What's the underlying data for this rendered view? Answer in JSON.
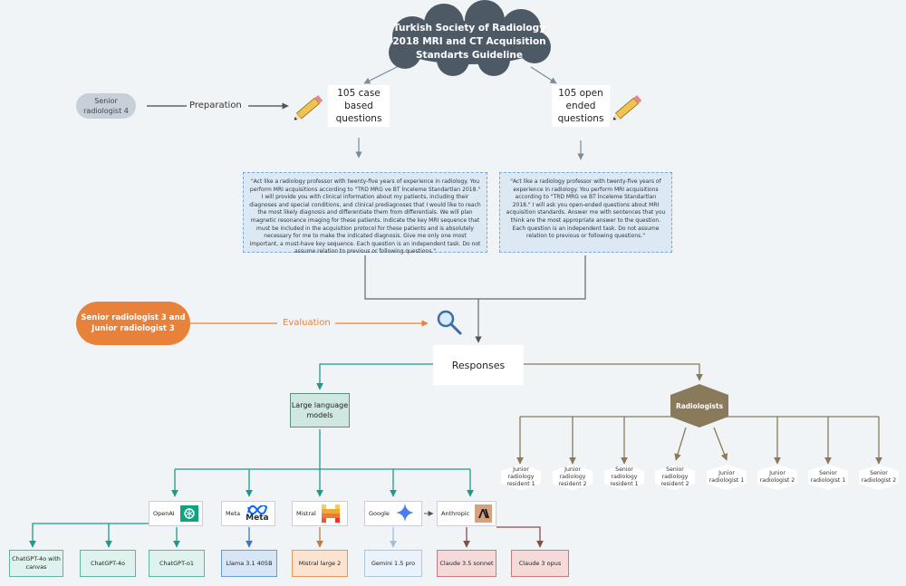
{
  "title": "Turkish Society of Radiology 2018 MRI and CT Acquisition Standarts Guideline",
  "senior4": "Senior radiologist 4",
  "preparation": "Preparation",
  "case_questions": "105 case based questions",
  "open_questions": "105 open ended questions",
  "prompt_case": "\"Act like a radiology professor with twenty-five years of experience in radiology. You perform MRI acquisitions according to \"TRD MRG ve BT İnceleme Standartları 2018.\" I will provide you with clinical information about my patients, including their diagnoses and special conditions, and clinical prediagnoses that I would like to reach the most likely diagnosis and differentiate them from differentials. We will plan magnetic resonance imaging for these patients. Indicate the key MRI sequence that must be included in the acquisition protocol for these patients and is absolutely necessary for me to make the indicated diagnosis. Give me only one most important, a must-have key sequence. Each question is an independent task. Do not assume relation to previous or following questions.\"",
  "prompt_open": "\"Act like a radiology professor with twenty-five years of experience in radiology. You perform MRI acquisitions according to \"TRD MRG ve BT İnceleme Standartları 2018.\" I will ask you open-ended questions about MRI acquisition standards. Answer me with sentences that you think are the most appropriate answer to the question. Each question is an independent task. Do not assume relation to previous or following questions.\"",
  "evaluators": "Senior radiologist 3 and Junior radiologist 3",
  "evaluation": "Evaluation",
  "responses": "Responses",
  "llm": "Large language models",
  "radiologists": "Radiologists",
  "radiologist_list": [
    "Junior radiology resident 1",
    "Junior radiology resident 2",
    "Senior radiology resident 1",
    "Senior radiology resident 2",
    "Junior radiologist 1",
    "Junior radiologist 2",
    "Senior radiologist 1",
    "Senior radiologist 2"
  ],
  "vendors": {
    "openai": "OpenAI",
    "meta": "Meta",
    "meta_logo": "Meta",
    "mistral": "Mistral",
    "google": "Google",
    "anthropic": "Anthropic"
  },
  "models": {
    "gpt4o_canvas": "ChatGPT-4o with canvas",
    "gpt4o": "ChatGPT-4o",
    "gpto1": "ChatGPT-o1",
    "llama": "Llama 3.1 405B",
    "mistral_large": "Mistral large 2",
    "gemini": "Gemini 1.5 pro",
    "claude_sonnet": "Claude 3.5 sonnet",
    "claude_opus": "Claude 3 opus"
  },
  "icons": [
    "cloud-icon",
    "pencil-icon",
    "magnifier-icon",
    "openai-logo-icon",
    "meta-logo-icon",
    "mistral-logo-icon",
    "gemini-logo-icon",
    "anthropic-logo-icon"
  ]
}
